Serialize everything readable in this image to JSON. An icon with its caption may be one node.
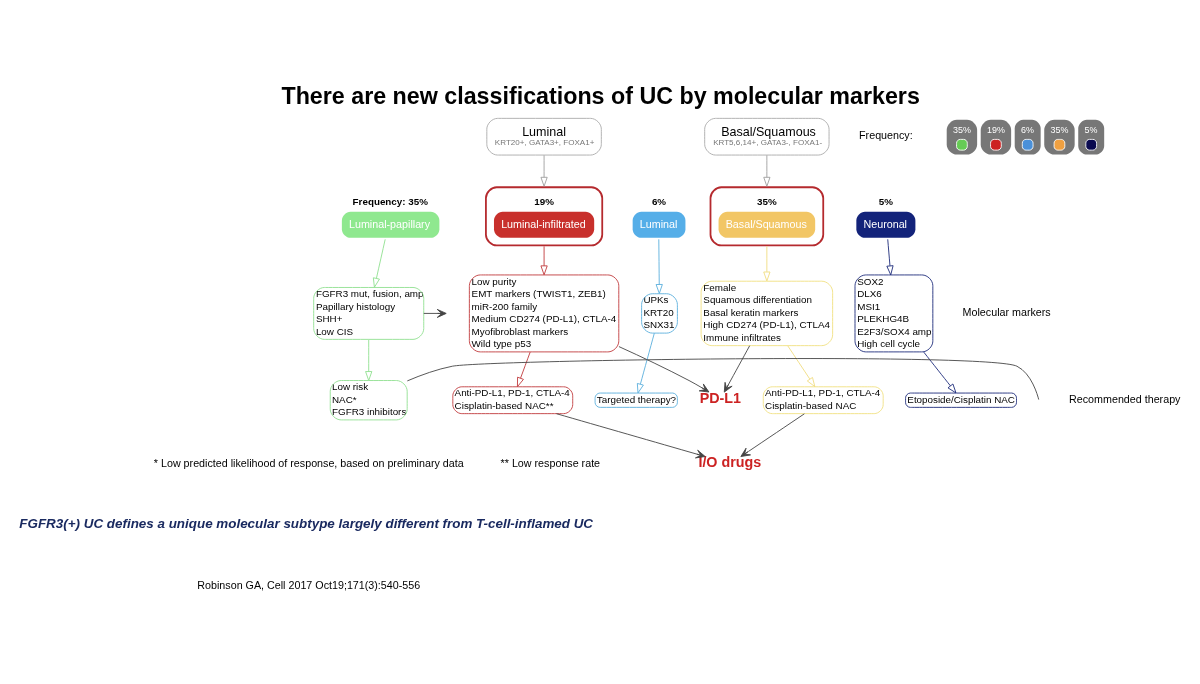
{
  "diagram": {
    "title": "There are new classifications of UC by molecular markers",
    "caption": "FGFR3(+) UC defines a unique molecular subtype largely different from T-cell-inflamed UC",
    "nodes": [
      {
        "text": [
          "Luminal",
          "KRT20+, GATA3+, FOXA1+"
        ]
      },
      {
        "text": [
          "Basal/Squamous",
          "KRT5,6,14+, GATA3-, FOXA1-"
        ]
      },
      {
        "text": [
          "Luminal-papillary"
        ],
        "beside": [
          "Frequency: 35%"
        ]
      },
      {
        "text": [
          "19%",
          "Luminal-infiltrated"
        ]
      },
      {
        "text": [
          "Luminal"
        ],
        "beside": [
          "6%"
        ]
      },
      {
        "text": [
          "35%",
          "Basal/Squamous"
        ]
      },
      {
        "text": [
          "Neuronal"
        ],
        "beside": [
          "5%"
        ]
      },
      {
        "text": [
          "FGFR3 mut, fusion, amp",
          "Papillary histology",
          "SHH+",
          "Low CIS"
        ]
      },
      {
        "text": [
          "Low purity",
          "EMT markers (TWIST1, ZEB1)",
          "miR-200 family",
          "Medium CD274 (PD-L1), CTLA-4",
          "Myofibroblast markers",
          "Wild type p53"
        ]
      },
      {
        "text": [
          "UPKs",
          "KRT20",
          "SNX31"
        ]
      },
      {
        "text": [
          "Female",
          "Squamous differentiation",
          "Basal keratin markers",
          "High CD274 (PD-L1), CTLA4",
          "Immune infiltrates"
        ]
      },
      {
        "text": [
          "SOX2",
          "DLX6",
          "MSI1",
          "PLEKHG4B",
          "E2F3/SOX4 amp",
          "High cell cycle"
        ]
      },
      {
        "text": [
          "PD-L1"
        ]
      },
      {
        "text": [
          "Low risk",
          "NAC*",
          "FGFR3 inhibitors"
        ]
      },
      {
        "text": [
          "Anti-PD-L1, PD-1, CTLA-4",
          "Cisplatin-based NAC**"
        ]
      },
      {
        "text": [
          "Targeted therapy?"
        ]
      },
      {
        "text": [
          "Anti-PD-L1, PD-1, CTLA-4",
          "Cisplatin-based NAC"
        ]
      },
      {
        "text": [
          "Etoposide/Cisplatin NAC"
        ]
      },
      {
        "text": [
          "I/O drugs"
        ]
      }
    ],
    "edges": [
      {
        "from": 0,
        "to": 3,
        "arrow": "to",
        "color": "#9e9e9e"
      },
      {
        "from": 1,
        "to": 5,
        "arrow": "to",
        "color": "#9e9e9e"
      },
      {
        "from": 2,
        "to": 7,
        "arrow": "to",
        "color": "#8fe08f"
      },
      {
        "from": 3,
        "to": 8,
        "arrow": "to",
        "color": "#c0393b"
      },
      {
        "from": 4,
        "to": 9,
        "arrow": "to",
        "color": "#5aaedc"
      },
      {
        "from": 5,
        "to": 10,
        "arrow": "to",
        "color": "#f0dc80"
      },
      {
        "from": 6,
        "to": 11,
        "arrow": "to",
        "color": "#1c2a7a"
      },
      {
        "from": 7,
        "to": null,
        "arrow": "to"
      },
      {
        "from": 7,
        "to": 13,
        "arrow": "to",
        "color": "#8fe08f"
      },
      {
        "from": 8,
        "to": 12,
        "arrow": "to"
      },
      {
        "from": 10,
        "to": 12,
        "arrow": "to"
      },
      {
        "from": 8,
        "to": 14,
        "arrow": "to",
        "color": "#c0393b"
      },
      {
        "from": 9,
        "to": 15,
        "arrow": "to",
        "color": "#5aaedc"
      },
      {
        "from": 10,
        "to": 16,
        "arrow": "to",
        "color": "#f0dc80"
      },
      {
        "from": 11,
        "to": 17,
        "arrow": "to",
        "color": "#1c2a7a"
      },
      {
        "from": null,
        "to": 13,
        "arrow": "none"
      },
      {
        "from": 14,
        "to": 18,
        "arrow": "to"
      },
      {
        "from": 16,
        "to": 18,
        "arrow": "to"
      }
    ],
    "labels": [
      "Frequency:",
      "Molecular markers",
      "* Low predicted likelihood of response, based on preliminary data",
      "** Low response rate",
      "Recommended therapy",
      "Robinson GA, Cell 2017 Oct19;171(3):540-556"
    ],
    "legend": [
      {
        "text": "35%",
        "color": "#66cc55"
      },
      {
        "text": "19%",
        "color": "#cc2222"
      },
      {
        "text": "6%",
        "color": "#4a90d9"
      },
      {
        "text": "35%",
        "color": "#f0a040"
      },
      {
        "text": "5%",
        "color": "#0a0a50"
      }
    ]
  }
}
